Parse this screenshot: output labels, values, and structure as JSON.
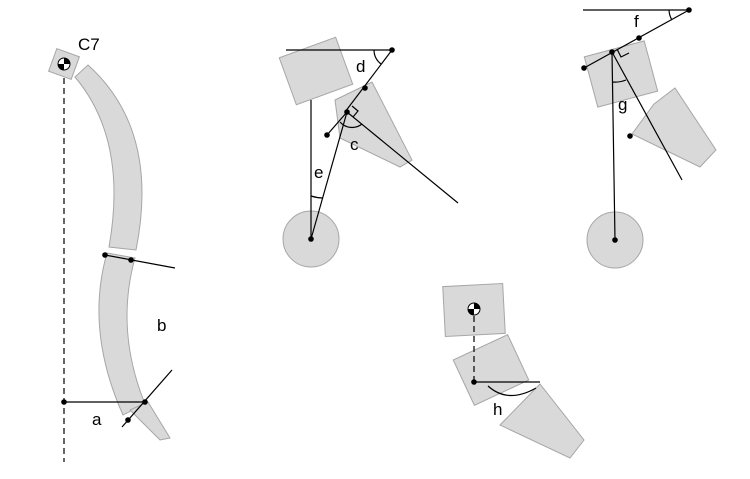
{
  "labels": {
    "c7": "C7",
    "a": "a",
    "b": "b",
    "c": "c",
    "d": "d",
    "e": "e",
    "f": "f",
    "g": "g",
    "h": "h"
  },
  "colors": {
    "segment_fill": "#d9d9d9",
    "segment_stroke": "#a6a6a6",
    "line": "#000000"
  },
  "icons": [
    "center-of-mass-icon",
    "center-of-mass-icon"
  ]
}
